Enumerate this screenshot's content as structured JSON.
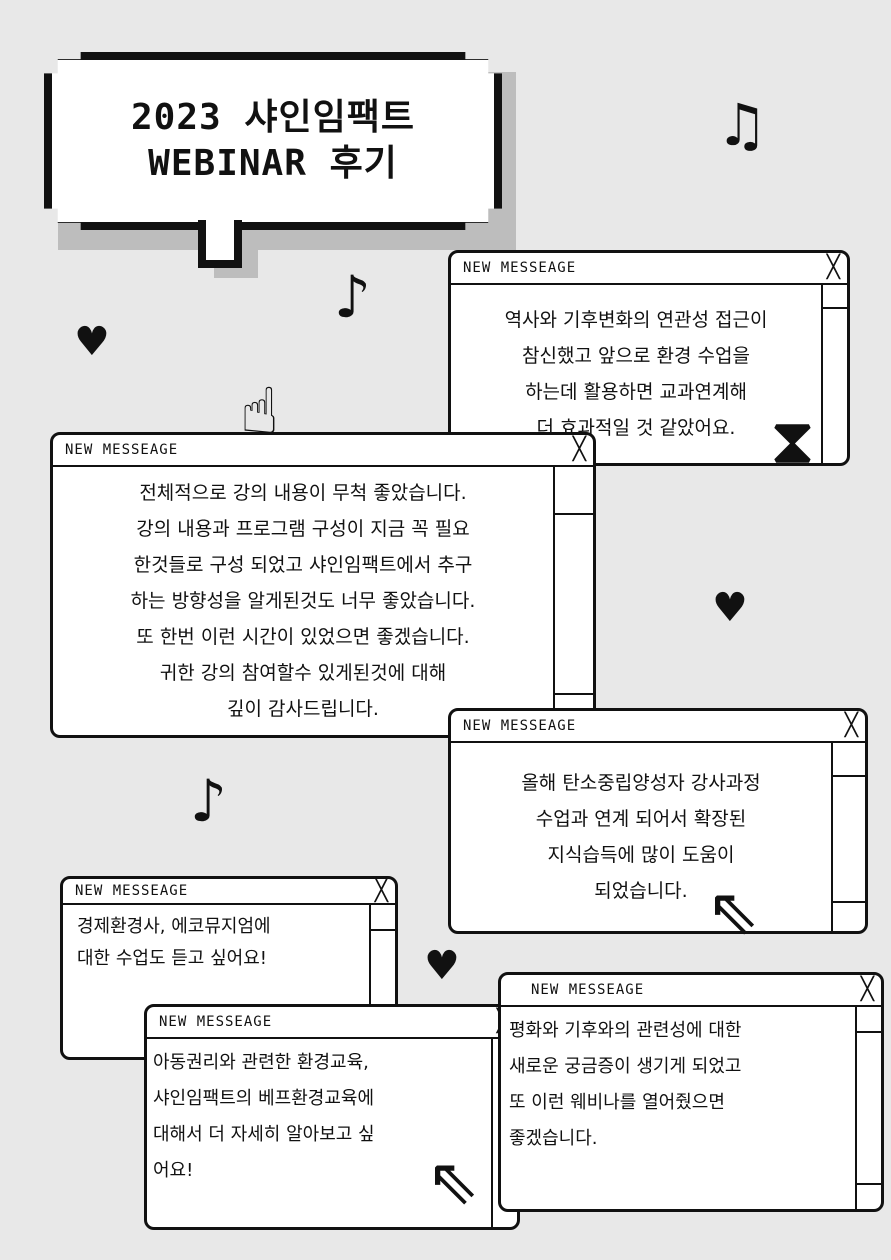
{
  "title": {
    "line1": "2023 샤인임팩트",
    "line2": "WEBINAR 후기"
  },
  "window_label": "NEW MESSEAGE",
  "messages": [
    {
      "text": "역사와 기후변화의 연관성 접근이\n참신했고 앞으로 환경 수업을\n하는데 활용하면 교과연계해\n더 효과적일 것 같았어요."
    },
    {
      "text": "전체적으로 강의 내용이 무척 좋았습니다.\n강의 내용과 프로그램 구성이 지금 꼭 필요\n한것들로 구성 되었고 샤인임팩트에서 추구\n하는 방향성을 알게된것도 너무 좋았습니다.\n또 한번 이런 시간이 있었으면 좋겠습니다.\n귀한 강의 참여할수 있게된것에 대해\n깊이 감사드립니다."
    },
    {
      "text": "올해 탄소중립양성자 강사과정\n수업과 연계 되어서 확장된\n지식습득에 많이 도움이\n되었습니다."
    },
    {
      "text": "경제환경사, 에코뮤지엄에\n대한 수업도 듣고 싶어요!"
    },
    {
      "text": "아동권리와 관련한 환경교육,\n샤인임팩트의 베프환경교육에\n대해서 더 자세히 알아보고 싶\n어요!"
    },
    {
      "text": "평화와 기후와의 관련성에 대한\n새로운 궁금증이 생기게 되었고\n또 이런 웨비나를 열어줬으면\n좋겠습니다."
    }
  ],
  "close_glyph": "╳",
  "decor": {
    "note": "♫",
    "single_note": "♪",
    "heart": "♥",
    "hand": "☝",
    "arrow": "⇖",
    "hourglass": "⧗"
  }
}
